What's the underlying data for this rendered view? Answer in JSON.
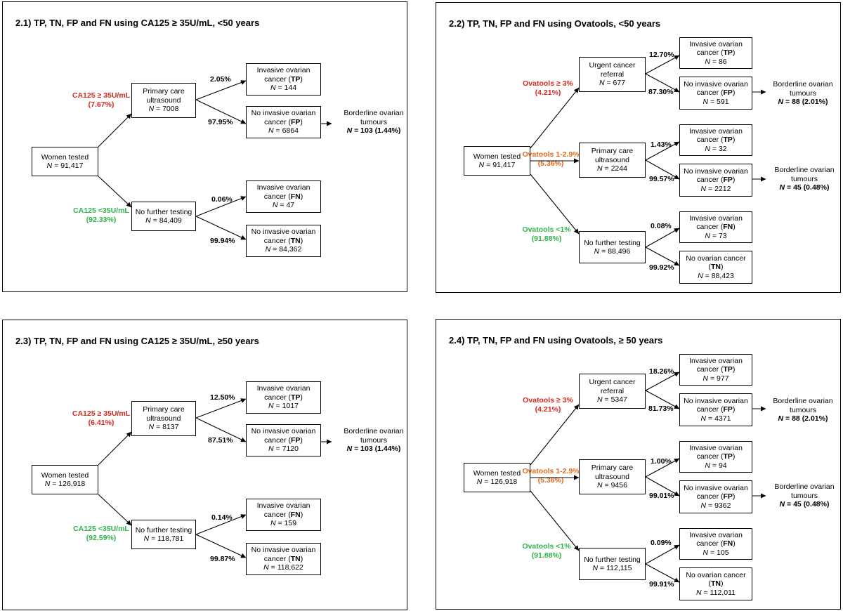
{
  "panels": {
    "p1": {
      "title": "2.1) TP, TN, FP and FN using CA125 ≥ 35U/mL, <50 years",
      "root": {
        "label": "Women tested",
        "n": "91,417"
      },
      "branch_pos": {
        "label": "CA125 ≥ 35U/mL",
        "pct": "(7.67%)",
        "color": "#d42a1f"
      },
      "branch_neg": {
        "label": "CA125 <35U/mL",
        "pct": "(92.33%)",
        "color": "#2fb34a"
      },
      "mid_pos": {
        "line1": "Primary care",
        "line2": "ultrasound",
        "n": "7008"
      },
      "mid_neg": {
        "line1": "No further testing",
        "n": "84,409"
      },
      "tp": {
        "line1": "Invasive ovarian",
        "line2": "cancer (",
        "code": "TP",
        "n": "144",
        "pct": "2.05%"
      },
      "fp": {
        "line1": "No invasive ovarian",
        "line2": "cancer (",
        "code": "FP",
        "n": "6864",
        "pct": "97.95%"
      },
      "fn": {
        "line1": "Invasive ovarian",
        "line2": "cancer (",
        "code": "FN",
        "n": "47",
        "pct": "0.06%"
      },
      "tn": {
        "line1": "No invasive ovarian",
        "line2": "cancer (",
        "code": "TN",
        "n": "84,362",
        "pct": "99.94%"
      },
      "borderline": {
        "line1": "Borderline ovarian",
        "line2": "tumours",
        "n": "103 (1.44%)"
      }
    },
    "p2": {
      "title": "2.2) TP, TN, FP and FN using Ovatools, <50 years",
      "root": {
        "label": "Women tested",
        "n": "91,417"
      },
      "branch_high": {
        "label": "Ovatools ≥ 3%",
        "pct": "(4.21%)",
        "color": "#d42a1f"
      },
      "branch_mid": {
        "label": "Ovatools 1-2.9%",
        "pct": "(5.36%)",
        "color": "#e06a1c"
      },
      "branch_low": {
        "label": "Ovatools <1%",
        "pct": "(91.88%)",
        "color": "#2fb34a"
      },
      "mid_high": {
        "line1": "Urgent cancer",
        "line2": "referral",
        "n": "677"
      },
      "mid_mid": {
        "line1": "Primary care",
        "line2": "ultrasound",
        "n": "2244"
      },
      "mid_low": {
        "line1": "No further testing",
        "n": "88,496"
      },
      "high_tp": {
        "line1": "Invasive ovarian",
        "line2": "cancer (",
        "code": "TP",
        "n": "86",
        "pct": "12.70%"
      },
      "high_fp": {
        "line1": "No invasive ovarian",
        "line2": "cancer (",
        "code": "FP",
        "n": "591",
        "pct": "87.30%"
      },
      "mid_tp": {
        "line1": "Invasive ovarian",
        "line2": "cancer (",
        "code": "TP",
        "n": "32",
        "pct": "1.43%"
      },
      "mid_fp": {
        "line1": "No invasive ovarian",
        "line2": "cancer (",
        "code": "FP",
        "n": "2212",
        "pct": "99.57%"
      },
      "low_fn": {
        "line1": "Invasive ovarian",
        "line2": "cancer (",
        "code": "FN",
        "n": "73",
        "pct": "0.08%"
      },
      "low_tn": {
        "line1": "No ovarian cancer",
        "line2": "(",
        "code": "TN",
        "n": "88,423",
        "pct": "99.92%"
      },
      "borderline_high": {
        "line1": "Borderline ovarian",
        "line2": "tumours",
        "n": "88 (2.01%)"
      },
      "borderline_mid": {
        "line1": "Borderline ovarian",
        "line2": "tumours",
        "n": "45 (0.48%)"
      }
    },
    "p3": {
      "title": "2.3) TP, TN, FP and FN using CA125 ≥ 35U/mL, ≥50 years",
      "root": {
        "label": "Women tested",
        "n": "126,918"
      },
      "branch_pos": {
        "label": "CA125 ≥ 35U/mL",
        "pct": "(6.41%)",
        "color": "#d42a1f"
      },
      "branch_neg": {
        "label": "CA125 <35U/mL",
        "pct": "(92.59%)",
        "color": "#2fb34a"
      },
      "mid_pos": {
        "line1": "Primary care",
        "line2": "ultrasound",
        "n": "8137"
      },
      "mid_neg": {
        "line1": "No further testing",
        "n": "118,781"
      },
      "tp": {
        "line1": "Invasive ovarian",
        "line2": "cancer (",
        "code": "TP",
        "n": "1017",
        "pct": "12.50%"
      },
      "fp": {
        "line1": "No invasive ovarian",
        "line2": "cancer (",
        "code": "FP",
        "n": "7120",
        "pct": "87.51%"
      },
      "fn": {
        "line1": "Invasive ovarian",
        "line2": "cancer (",
        "code": "FN",
        "n": "159",
        "pct": "0.14%"
      },
      "tn": {
        "line1": "No invasive ovarian",
        "line2": "cancer (",
        "code": "TN",
        "n": "118,622",
        "pct": "99.87%"
      },
      "borderline": {
        "line1": "Borderline ovarian",
        "line2": "tumours",
        "n": "103 (1.44%)"
      }
    },
    "p4": {
      "title": "2.4) TP, TN, FP and FN using Ovatools, ≥ 50 years",
      "root": {
        "label": "Women tested",
        "n": "126,918"
      },
      "branch_high": {
        "label": "Ovatools ≥ 3%",
        "pct": "(4.21%)",
        "color": "#d42a1f"
      },
      "branch_mid": {
        "label": "Ovatools 1-2.9%",
        "pct": "(5.36%)",
        "color": "#e06a1c"
      },
      "branch_low": {
        "label": "Ovatools <1%",
        "pct": "(91.88%)",
        "color": "#2fb34a"
      },
      "mid_high": {
        "line1": "Urgent cancer",
        "line2": "referral",
        "n": "5347"
      },
      "mid_mid": {
        "line1": "Primary care",
        "line2": "ultrasound",
        "n": "9456"
      },
      "mid_low": {
        "line1": "No further testing",
        "n": "112,115"
      },
      "high_tp": {
        "line1": "Invasive ovarian",
        "line2": "cancer (",
        "code": "TP",
        "n": "977",
        "pct": "18.26%"
      },
      "high_fp": {
        "line1": "No invasive ovarian",
        "line2": "cancer (",
        "code": "FP",
        "n": "4371",
        "pct": "81.73%"
      },
      "mid_tp": {
        "line1": "Invasive ovarian",
        "line2": "cancer (",
        "code": "TP",
        "n": "94",
        "pct": "1.00%"
      },
      "mid_fp": {
        "line1": "No invasive ovarian",
        "line2": "cancer (",
        "code": "FP",
        "n": "9362",
        "pct": "99.01%"
      },
      "low_fn": {
        "line1": "Invasive ovarian",
        "line2": "cancer (",
        "code": "FN",
        "n": "105",
        "pct": "0.09%"
      },
      "low_tn": {
        "line1": "No ovarian cancer",
        "line2": "(",
        "code": "TN",
        "n": "112,011",
        "pct": "99.91%"
      },
      "borderline_high": {
        "line1": "Borderline ovarian",
        "line2": "tumours",
        "n": "88 (2.01%)"
      },
      "borderline_mid": {
        "line1": "Borderline ovarian",
        "line2": "tumours",
        "n": "45 (0.48%)"
      }
    }
  }
}
